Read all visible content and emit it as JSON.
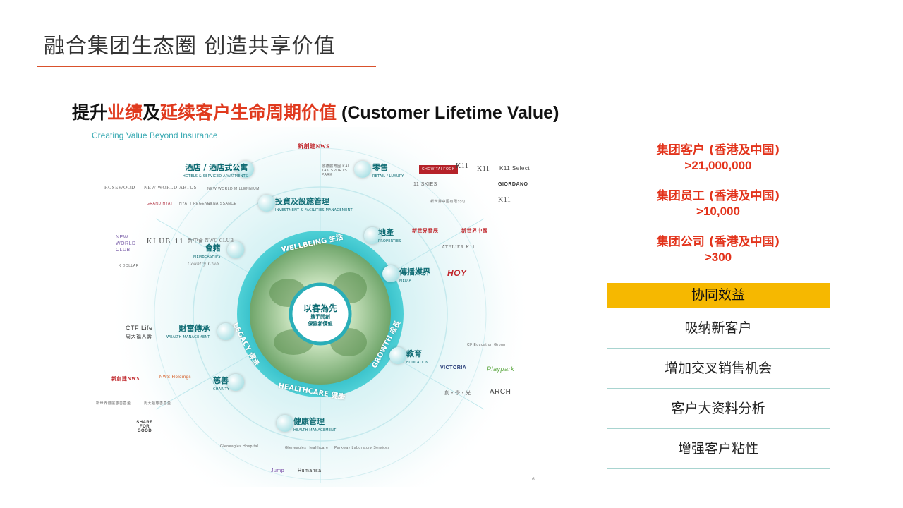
{
  "title": "融合集团生态圈 创造共享价值",
  "subtitle": {
    "p1": "提升",
    "p2": "业绩",
    "p3": "及",
    "p4": "延续客户生命周期价值",
    "p5": " (Customer Lifetime Value)"
  },
  "infographic": {
    "creating": "Creating Value Beyond Insurance",
    "center": {
      "main": "以客為先",
      "sub1": "攜手開創",
      "sub2": "保險新價值"
    },
    "ring": {
      "wellbeing": "WELLBEING 生活",
      "growth": "GROWTH 成長",
      "healthcare": "HEALTHCARE 健康",
      "legacy": "LEGACY 傳承"
    },
    "sectors": {
      "hotels": {
        "zh": "酒店 / 酒店式公寓",
        "en": "HOTELS & SERVICED APARTMENTS"
      },
      "investment": {
        "zh": "投資及設施管理",
        "en": "INVESTMENT & FACILITIES MANAGEMENT"
      },
      "retail": {
        "zh": "零售",
        "en": "RETAIL / LUXURY"
      },
      "memberships": {
        "zh": "會籍",
        "en": "MEMBERSHIPS"
      },
      "properties": {
        "zh": "地產",
        "en": "PROPERTIES"
      },
      "media": {
        "zh": "傳播媒界",
        "en": "MEDIA"
      },
      "wealth": {
        "zh": "財富傳承",
        "en": "WEALTH MANAGEMENT"
      },
      "education": {
        "zh": "教育",
        "en": "EDUCATION"
      },
      "charity": {
        "zh": "慈善",
        "en": "CHARITY"
      },
      "health": {
        "zh": "健康管理",
        "en": "HEALTH MANAGEMENT"
      }
    },
    "brands": {
      "nws": "新創建NWS",
      "rosewood": "ROSEWOOD",
      "newworld": "NEW WORLD",
      "artus": "ARTUS",
      "nwmillennium": "NEW WORLD MILLENNIUM",
      "grandhyatt": "GRAND HYATT",
      "hyatt": "HYATT REGENCY",
      "renaissance": "RENAISSANCE",
      "kaitak": "啟德體育園 KAI TAK SPORTS PARK",
      "ctf": "CHOW TAI FOOK",
      "k11a": "K11",
      "k11b": "K11",
      "k11select": "K11 Select",
      "skies": "11 SKIES",
      "giordano": "GIORDANO",
      "k11c": "K11",
      "nwdc": "新世界中國有限公司",
      "nwclub": "NEW WORLD CLUB",
      "klub": "KLUB 11",
      "nwcclub": "新中薈 NWC CLUB",
      "kdollar": "K DOLLAR",
      "country": "Country Club",
      "nwd": "新世界發展",
      "nwchina": "新世界中國",
      "atelier": "ATELIER K11",
      "hoy": "HOY",
      "ctflife": "CTF Life",
      "ctflife_zh": "周大福人壽",
      "nws2": "新創建NWS",
      "nwsh": "NWS Holdings",
      "charity1": "新世界發展慈善基金",
      "charity2": "周大福慈善基金",
      "shareforgood": "SHARE FOR GOOD",
      "victoria": "VICTORIA",
      "playpark": "Playpark",
      "chuanggoxue": "創・學・光",
      "arch": "ARCH",
      "cfedu": "CF Education Group",
      "gleneagles1": "Gleneagles Hospital",
      "gleneagles2": "Gleneagles Healthcare",
      "parkway": "Parkway Laboratory Services",
      "humansa": "Humansa",
      "jumpstart": "Jump"
    },
    "page_no": "6"
  },
  "stats": [
    {
      "label": "集团客户 (香港及中国)",
      "value": ">21,000,000"
    },
    {
      "label": "集团员工 (香港及中国)",
      "value": ">10,000"
    },
    {
      "label": "集团公司 (香港及中国)",
      "value": ">300"
    }
  ],
  "synergy": {
    "header": "协同效益",
    "items": [
      "吸纳新客户",
      "增加交叉销售机会",
      "客户大资料分析",
      "增强客户粘性"
    ]
  }
}
